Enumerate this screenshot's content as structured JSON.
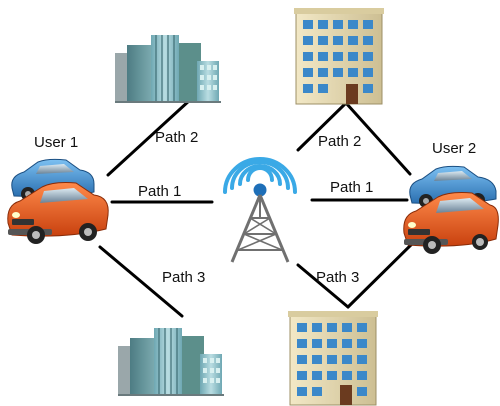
{
  "users": [
    {
      "label": "User 1"
    },
    {
      "label": "User 2"
    }
  ],
  "paths": {
    "left": {
      "top": "Path 2",
      "middle": "Path 1",
      "bottom": "Path 3"
    },
    "right": {
      "top": "Path 2",
      "middle": "Path 1",
      "bottom": "Path 3"
    }
  },
  "colors": {
    "line": "#000000",
    "car_front": "#e8551e",
    "car_back": "#3a8fd6",
    "office_glass": "#7fb9c4",
    "office_wall": "#5f8f96",
    "highrise_wall": "#e7dbb5",
    "highrise_window": "#3b88c9",
    "signal_waves": "#3aa9e6",
    "tower_steel": "#777777"
  },
  "icons": [
    "car-icon",
    "office-buildings-icon",
    "apartment-tower-icon",
    "cell-tower-icon",
    "signal-waves-icon"
  ]
}
